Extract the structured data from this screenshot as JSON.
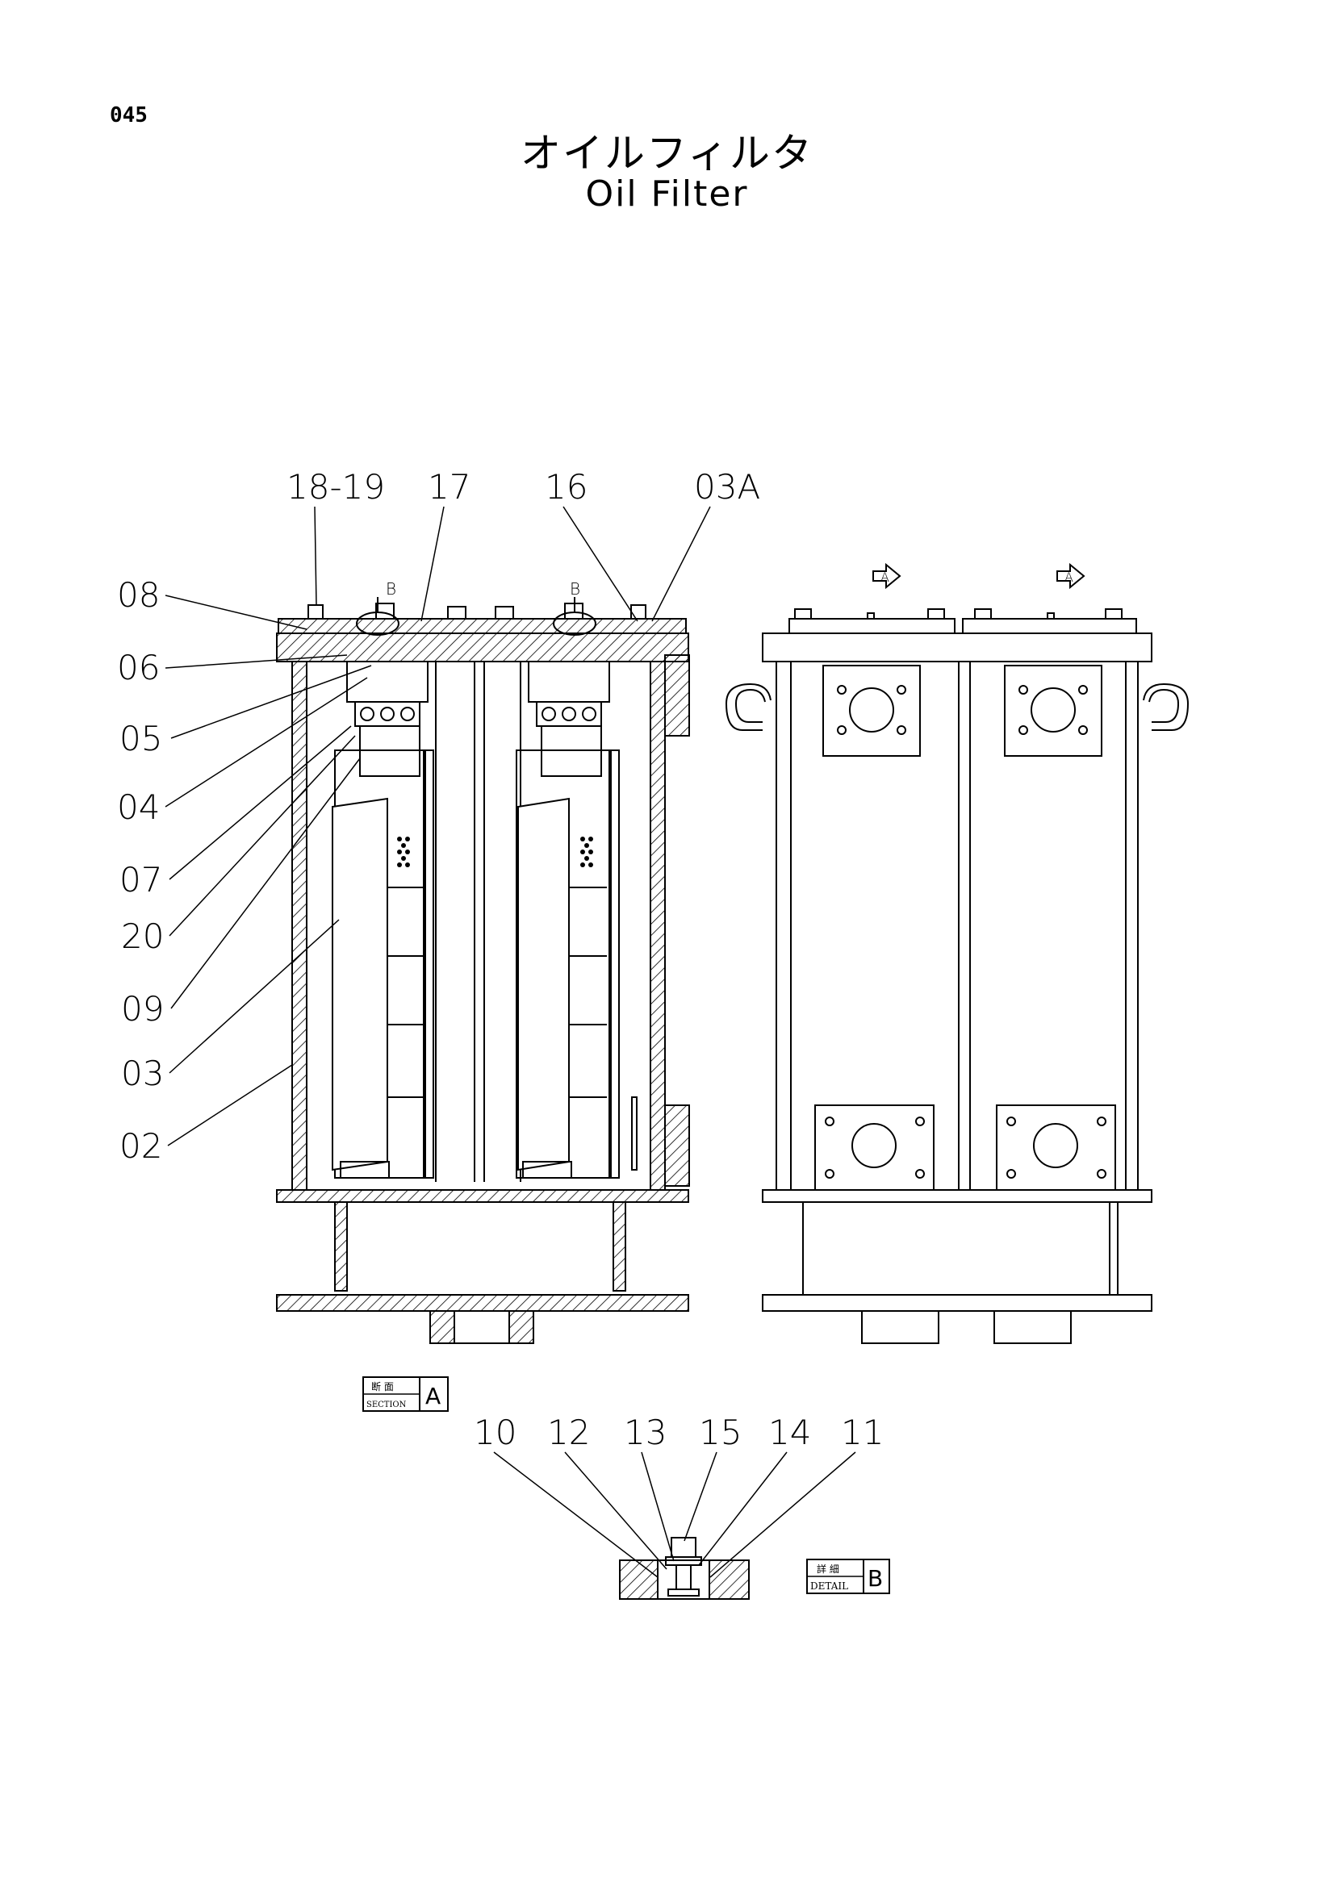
{
  "header": {
    "page_number": "045",
    "title_jp": "オイルフィルタ",
    "title_en": "Oil Filter"
  },
  "section_view": {
    "callouts_top": [
      "18-19",
      "17",
      "16",
      "03A"
    ],
    "callouts_left": [
      "08",
      "06",
      "05",
      "04",
      "07",
      "20",
      "09",
      "03",
      "02"
    ],
    "marker_b": "B",
    "tag_kanji": "断 面",
    "tag_word": "SECTION",
    "tag_letter": "A"
  },
  "side_view": {
    "arrow_label": "A"
  },
  "detail_view": {
    "callouts": [
      "10",
      "12",
      "13",
      "15",
      "14",
      "11"
    ],
    "tag_kanji": "詳 細",
    "tag_word": "DETAIL",
    "tag_letter": "B"
  }
}
